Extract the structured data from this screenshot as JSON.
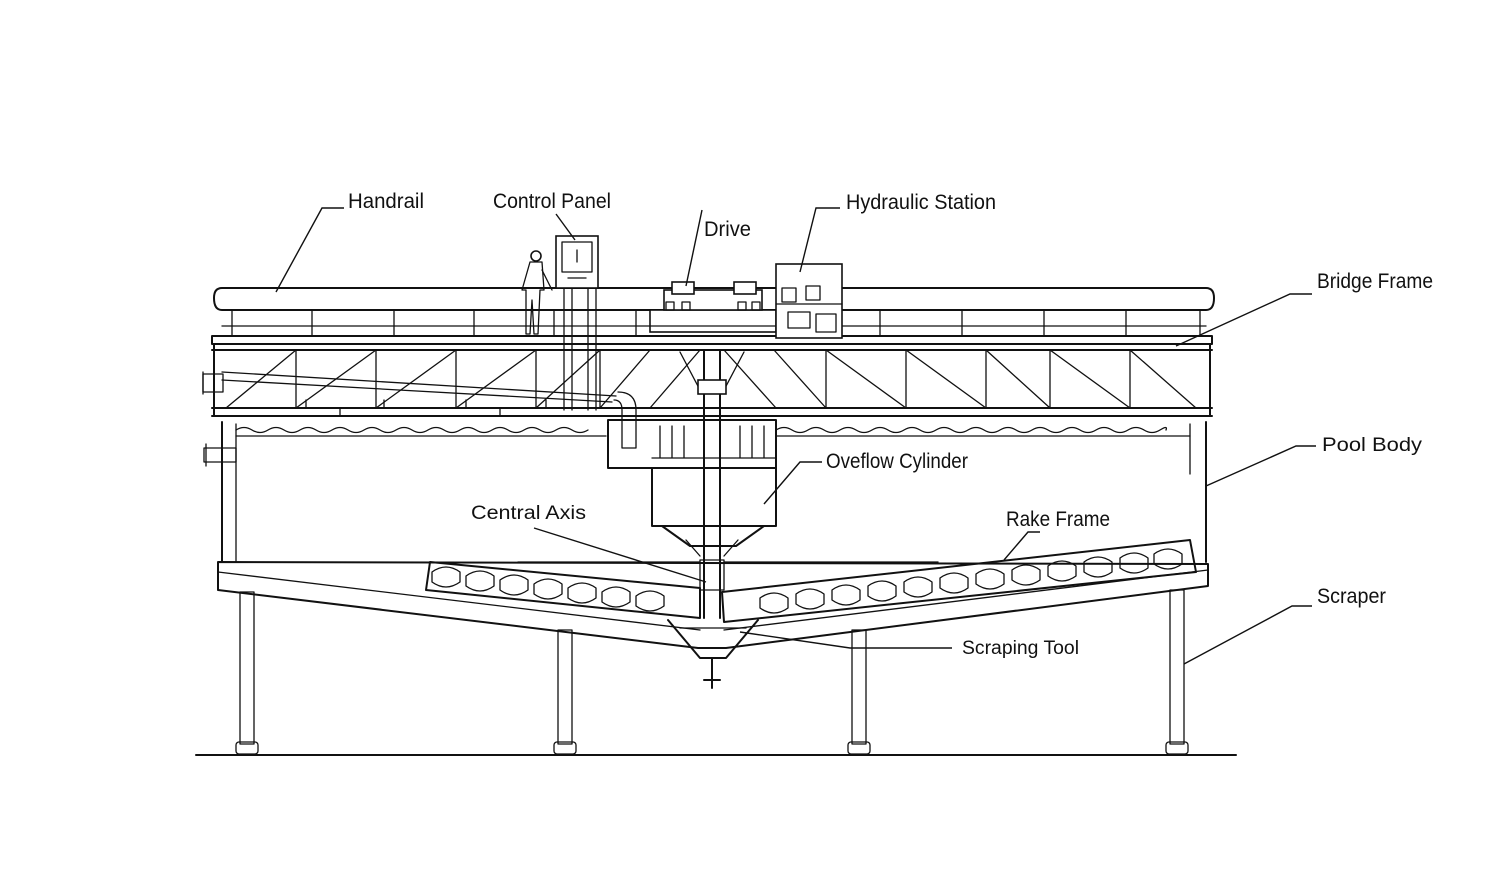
{
  "labels": {
    "handrail": "Handrail",
    "control_panel": "Control Panel",
    "drive": "Drive",
    "hydraulic_station": "Hydraulic Station",
    "bridge_frame": "Bridge Frame",
    "pool_body": "Pool Body",
    "overflow_cylinder": "Oveflow Cylinder",
    "central_axis": "Central Axis",
    "rake_frame": "Rake Frame",
    "scraper": "Scraper",
    "scraping_tool": "Scraping Tool"
  },
  "colors": {
    "line": "#111111",
    "background": "#ffffff"
  }
}
